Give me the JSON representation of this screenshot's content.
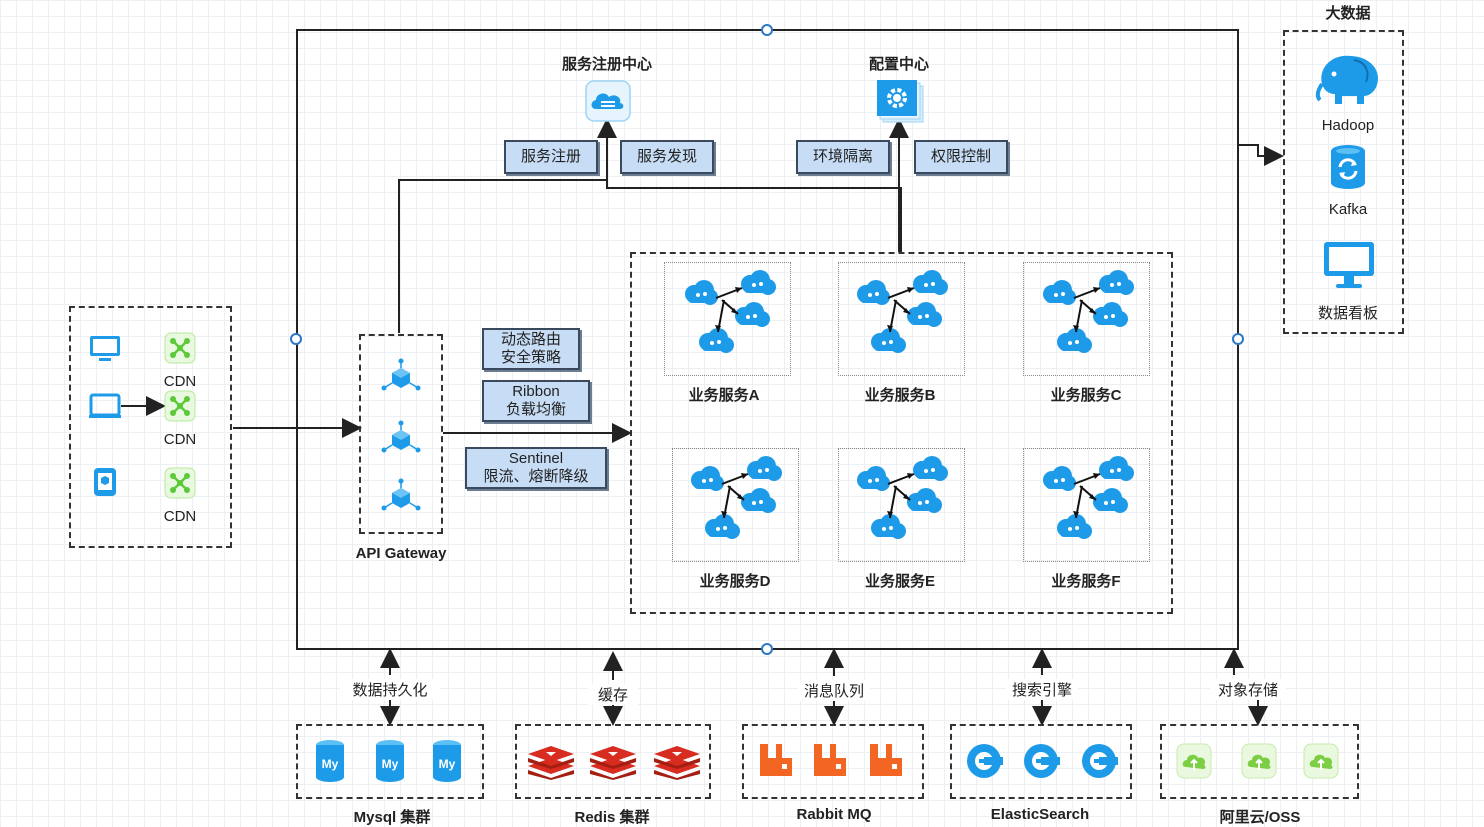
{
  "big_data": {
    "title": "大数据",
    "items": [
      {
        "label": "Hadoop",
        "icon": "elephant-icon"
      },
      {
        "label": "Kafka",
        "icon": "database-sync-icon"
      },
      {
        "label": "数据看板",
        "icon": "monitor-icon"
      }
    ]
  },
  "top_centers": {
    "registry": {
      "title": "服务注册中心",
      "tags": [
        "服务注册",
        "服务发现"
      ]
    },
    "config": {
      "title": "配置中心",
      "tags": [
        "环境隔离",
        "权限控制"
      ]
    }
  },
  "clients": {
    "cdn_labels": [
      "CDN",
      "CDN",
      "CDN"
    ]
  },
  "gateway": {
    "label": "API Gateway",
    "features": [
      {
        "line1": "动态路由",
        "line2": "安全策略"
      },
      {
        "line1": "Ribbon",
        "line2": "负载均衡"
      },
      {
        "line1": "Sentinel",
        "line2": "限流、熔断降级"
      }
    ]
  },
  "services": [
    "业务服务A",
    "业务服务B",
    "业务服务C",
    "业务服务D",
    "业务服务E",
    "业务服务F"
  ],
  "bottom": {
    "links": [
      "数据持久化",
      "缓存",
      "消息队列",
      "搜索引擎",
      "对象存储"
    ],
    "clusters": [
      "Mysql 集群",
      "Redis 集群",
      "Rabbit MQ",
      "ElasticSearch",
      "阿里云/OSS"
    ]
  },
  "colors": {
    "accent": "#1e9be8",
    "tag_fill": "#c7dcf5",
    "rabbit": "#f26522",
    "oss": "#8bd14b",
    "cdn": "#7ed957"
  }
}
